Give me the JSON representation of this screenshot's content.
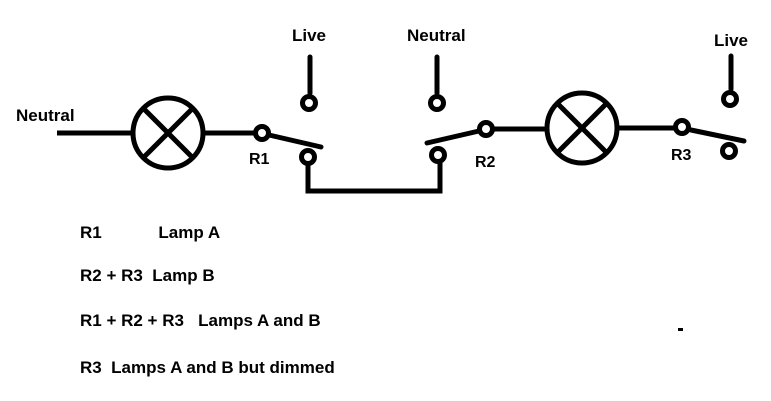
{
  "diagram": {
    "terminals": {
      "neutral_left": "Neutral",
      "live_top_left": "Live",
      "neutral_top_middle": "Neutral",
      "live_top_right": "Live"
    },
    "switches": {
      "r1": "R1",
      "r2": "R2",
      "r3": "R3"
    },
    "legend": [
      {
        "text": "R1            Lamp A"
      },
      {
        "text": "R2 + R3  Lamp B"
      },
      {
        "text": "R1 + R2 + R3   Lamps A and B"
      },
      {
        "text": "R3  Lamps A and B but dimmed"
      }
    ],
    "colors": {
      "ink": "#000000",
      "background": "#ffffff"
    }
  }
}
